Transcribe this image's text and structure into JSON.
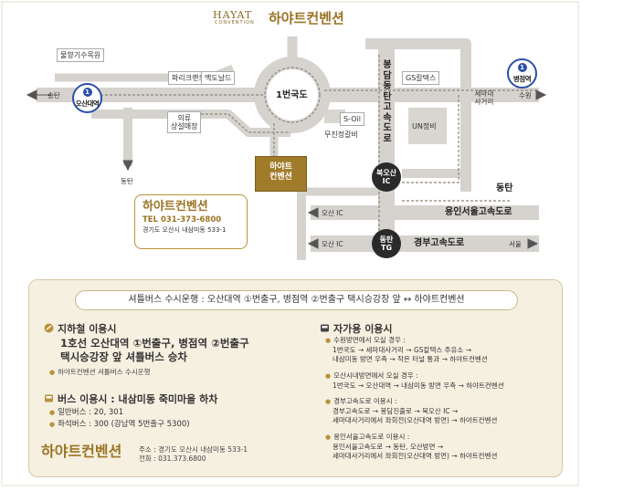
{
  "logo": {
    "brand_en": "HAYAT",
    "brand_en_sub": "CONVENTION",
    "brand_ko": "하야트컨벤션"
  },
  "map": {
    "landmarks": {
      "church": "물향기수목원",
      "paris": "파리크랜드",
      "mcd": "맥도날드",
      "gs": "GS칼텍스",
      "clothing": "의류\n상설매장",
      "soil": "S-Oil",
      "un": "UN정비",
      "mujin": "무진정갈비"
    },
    "roads": {
      "songtan_left": "송탄",
      "dongtan_down": "동탄",
      "ilbeon": "1번국도",
      "bongdam": "봉담동탄고속도로",
      "semadae": "세마대\n사거리",
      "suwon": "수원",
      "dongtan_right": "동탄",
      "osan_ic_1": "오산 IC",
      "osan_ic_2": "오산 IC",
      "yongin": "용인서울고속도로",
      "gyeongbu": "경부고속도로",
      "seoul": "서울"
    },
    "stations": {
      "osan": {
        "num": "1",
        "name": "오산대역"
      },
      "byeongjeom": {
        "num": "1",
        "name": "병점역"
      }
    },
    "ic": {
      "bugosan": "북오산\nIC",
      "dongtan_tg": "동탄\nTG"
    },
    "venue_mark": "하야트\n컨벤션",
    "callout": {
      "name": "하야트컨벤션",
      "tel": "TEL 031-373-6800",
      "addr": "경기도 오산시 내삼미동 533-1"
    }
  },
  "guide": {
    "shuttle": "셔틀버스 수시운행 : 오산대역 ①번출구, 병점역  ②번출구 택시승강장 앞 ↔ 하야트컨벤션",
    "subway": {
      "title": "지하철 이용시",
      "line1": "1호선 오산대역 ①번출구, 병점역 ②번출구",
      "line2": "택시승강장 앞 셔틀버스 승차",
      "note": "하야트컨벤션 셔틀버스 수시운행"
    },
    "bus": {
      "title": "버스 이용시 : 내삼미동 죽미마을 하차",
      "general": "일반버스 : 20, 301",
      "seat": "좌석버스 : 300 (강남역 5번출구 5300)"
    },
    "car": {
      "title": "자가용 이용시",
      "items": [
        {
          "head": "수원방면에서 오실 경우 :",
          "body": [
            "1번국도 → 세마대사거리 → GS칼텍스 주유소 →",
            "내삼미동 방면 우측 → 작은 터널 통과 → 하야트컨벤션"
          ]
        },
        {
          "head": "오산시내방면에서 오실 경우 :",
          "body": [
            "1번국도 → 오산대역 → 내삼미동 방면 우측 → 하야트컨벤션"
          ]
        },
        {
          "head": "경부고속도로 이용시 :",
          "body": [
            "경부고속도로 → 봉담진출로 → 북오산 IC →",
            "세마대사거리에서 좌회전(오산대역 방면) → 하야트컨벤션"
          ]
        },
        {
          "head": "용인서울고속도로 이용시 :",
          "body": [
            "용인서울고속도로 → 동탄, 오산방면 →",
            "세마대사거리에서 좌회전(오산대역 방면) → 하야트컨벤션"
          ]
        }
      ]
    },
    "footer": {
      "brand": "하야트컨벤션",
      "addr": "주소 : 경기도 오산시 내삼미동 533-1",
      "tel": "전화 : 031.373.6800"
    }
  },
  "colors": {
    "road": "#d6d3cf",
    "gold": "#9b7424",
    "station_blue": "#2b4fa8",
    "panel": "#f6f0e1"
  }
}
